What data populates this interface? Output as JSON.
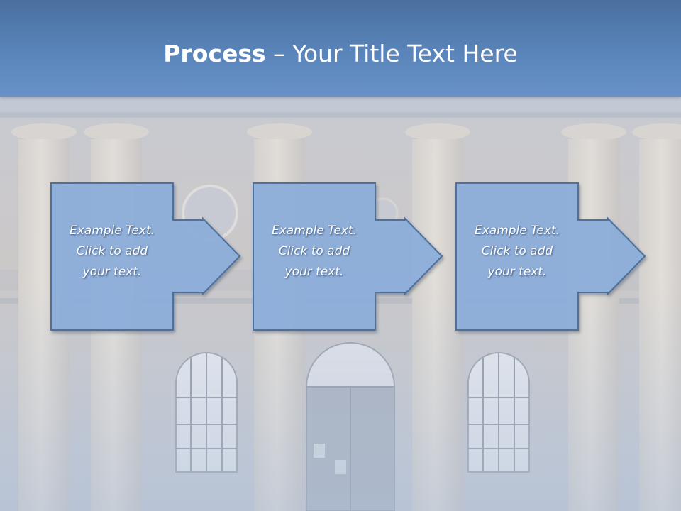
{
  "slide": {
    "title_bold": "Process",
    "title_rest": " – Your Title Text Here"
  },
  "steps": [
    {
      "line1": "Example Text.",
      "line2": "Click  to add",
      "line3": "your text."
    },
    {
      "line1": "Example Text.",
      "line2": "Click  to add",
      "line3": "your text."
    },
    {
      "line1": "Example Text.",
      "line2": "Click  to add",
      "line3": "your text."
    }
  ],
  "colors": {
    "header": "#5a85ba",
    "step_fill": "#8eb0dc",
    "step_stroke": "#4e6f9c",
    "text": "#ffffff"
  }
}
